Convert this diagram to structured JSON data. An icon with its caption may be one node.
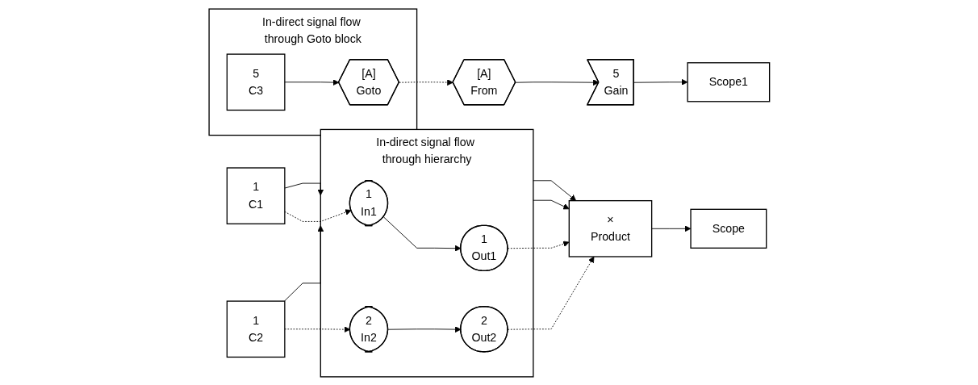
{
  "diagram": {
    "nodes": [
      {
        "text": [
          "1",
          "C1"
        ]
      },
      {
        "text": [
          "1",
          "C2"
        ]
      },
      {
        "text": [
          "In-direct signal flow through hierarchy"
        ]
      },
      {
        "text": [
          "1",
          "In1"
        ],
        "in": 2
      },
      {
        "text": [
          "1",
          "Out1"
        ],
        "in": 2
      },
      {
        "text": [
          "2",
          "In2"
        ],
        "in": 2
      },
      {
        "text": [
          "2",
          "Out2"
        ],
        "in": 2
      },
      {
        "text": [
          "×",
          "Product"
        ]
      },
      {
        "text": [
          "Scope"
        ]
      },
      {
        "text": [
          "In-direct signal flow through Goto block"
        ]
      },
      {
        "text": [
          "5",
          "C3"
        ],
        "in": 9
      },
      {
        "text": [
          "[A]",
          "Goto"
        ],
        "in": 9
      },
      {
        "text": [
          "[A]",
          "From"
        ]
      },
      {
        "text": [
          "5",
          "Gain"
        ]
      },
      {
        "text": [
          "Scope1"
        ]
      }
    ],
    "edges": [
      {
        "from": 0,
        "to": 2,
        "arrow": "to"
      },
      {
        "from": 0,
        "to": 3,
        "arrow": "to",
        "style": "dashed"
      },
      {
        "from": 1,
        "to": 2,
        "arrow": "to"
      },
      {
        "from": 1,
        "to": 5,
        "arrow": "to",
        "style": "dashed"
      },
      {
        "from": 3,
        "to": 4,
        "arrow": "to"
      },
      {
        "from": 5,
        "to": 6,
        "arrow": "to"
      },
      {
        "from": 2,
        "to": 7,
        "arrow": "to"
      },
      {
        "from": 2,
        "to": 7,
        "arrow": "to"
      },
      {
        "from": 4,
        "to": 7,
        "arrow": "to",
        "style": "dashed"
      },
      {
        "from": 6,
        "to": 7,
        "arrow": "to",
        "style": "dashed"
      },
      {
        "from": 7,
        "to": 8,
        "arrow": "to"
      },
      {
        "from": 10,
        "to": 11,
        "arrow": "to"
      },
      {
        "from": 11,
        "to": 12,
        "arrow": "to",
        "style": "dashed"
      },
      {
        "from": 12,
        "to": 13,
        "arrow": "to"
      },
      {
        "from": 13,
        "to": 14,
        "arrow": "to"
      }
    ]
  }
}
